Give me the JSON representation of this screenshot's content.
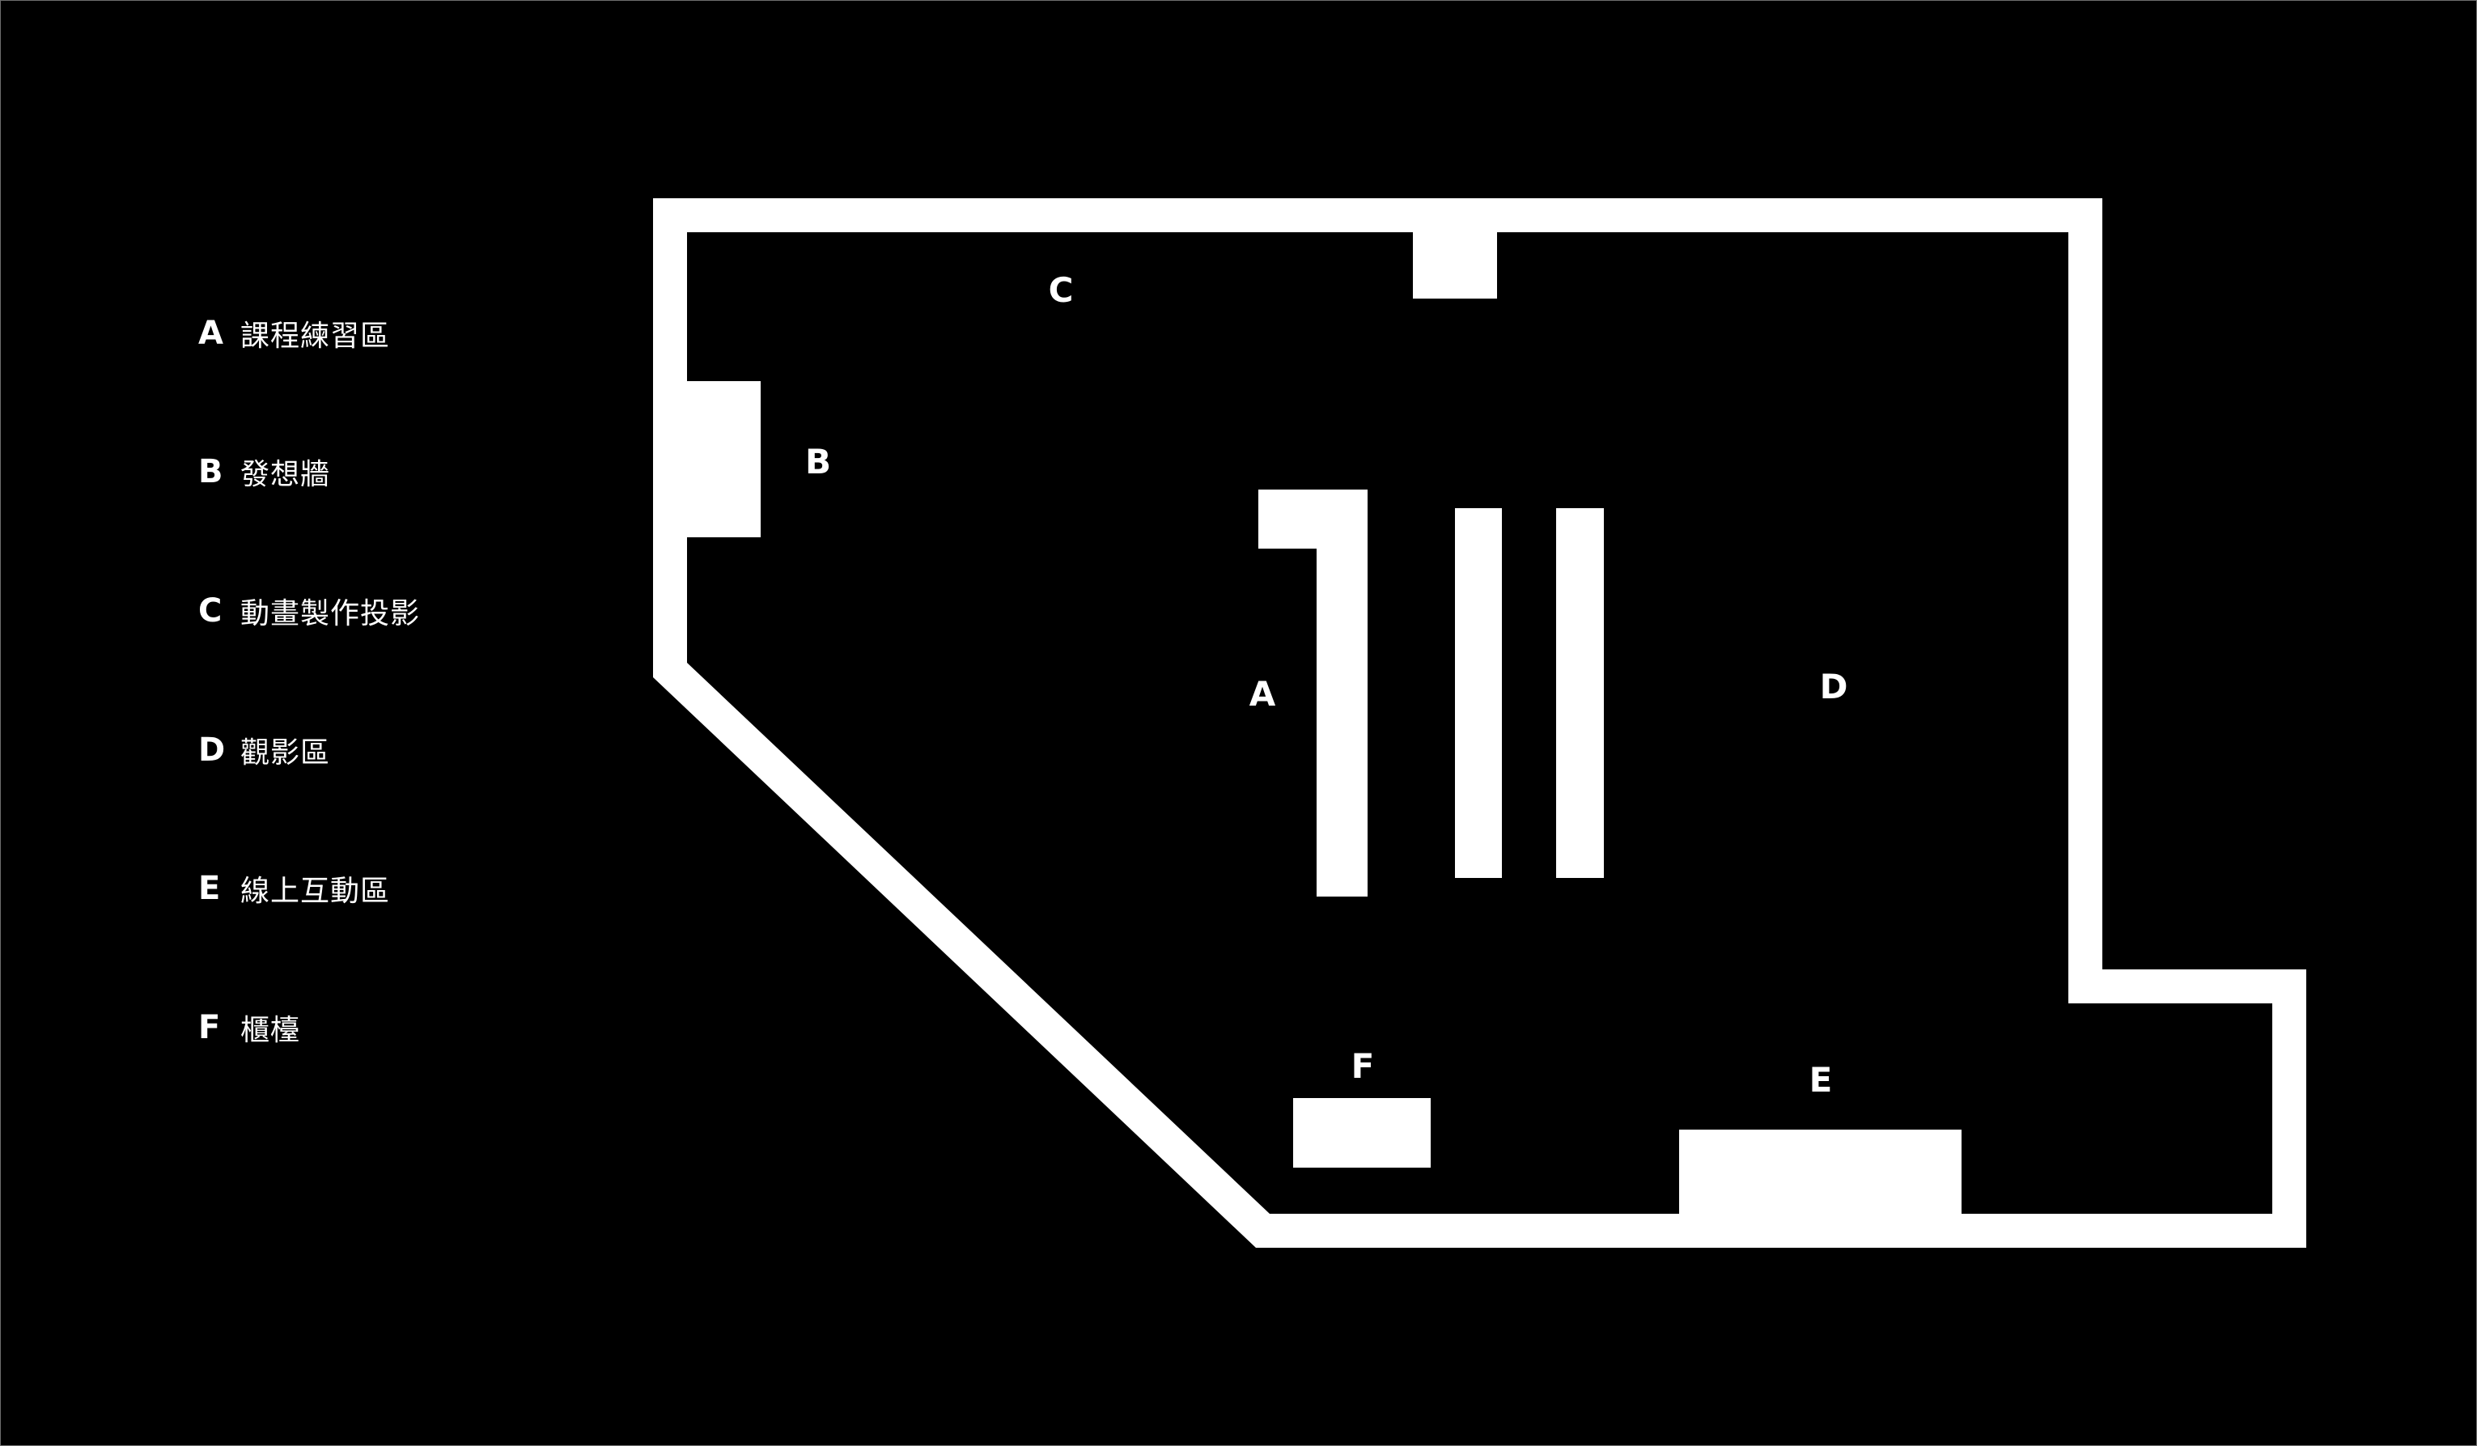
{
  "legend": [
    {
      "letter": "A",
      "label": "課程練習區"
    },
    {
      "letter": "B",
      "label": "發想牆"
    },
    {
      "letter": "C",
      "label": "動畫製作投影"
    },
    {
      "letter": "D",
      "label": "觀影區"
    },
    {
      "letter": "E",
      "label": "線上互動區"
    },
    {
      "letter": "F",
      "label": "櫃檯"
    }
  ],
  "plan_labels": {
    "A": "A",
    "B": "B",
    "C": "C",
    "D": "D",
    "E": "E",
    "F": "F"
  },
  "colors": {
    "background": "#000000",
    "walls": "#ffffff",
    "text": "#ffffff"
  }
}
